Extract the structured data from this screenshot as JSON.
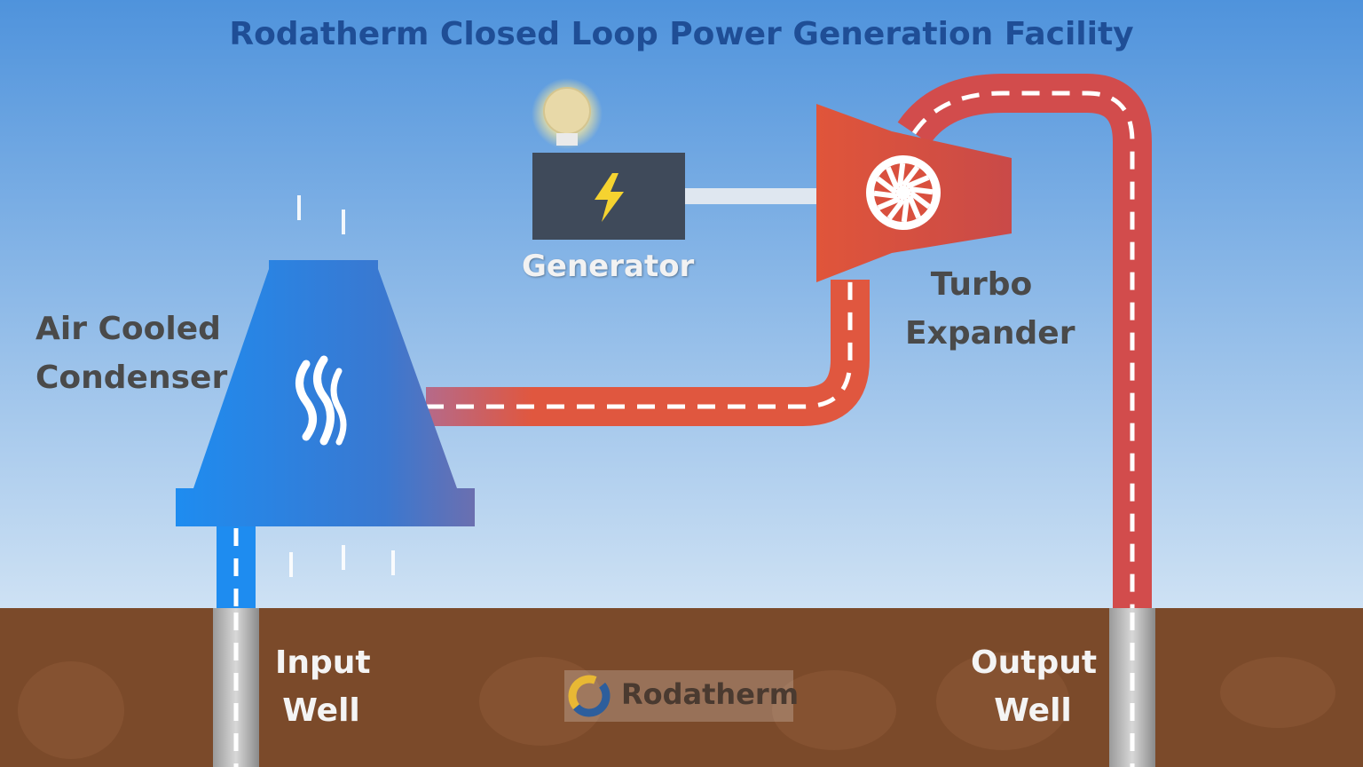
{
  "title": "Rodatherm Closed Loop Power Generation Facility",
  "labels": {
    "condenser": [
      "Air Cooled",
      "Condenser"
    ],
    "generator": "Generator",
    "turbo": [
      "Turbo",
      "Expander"
    ],
    "input_well": [
      "Input",
      "Well"
    ],
    "output_well": [
      "Output",
      "Well"
    ]
  },
  "logo": {
    "text": "Rodatherm",
    "icon": "rodatherm-ring-logo"
  },
  "icons": {
    "generator": "lightning-bolt-icon",
    "bulb": "light-bulb-icon",
    "turbo": "turbine-wheel-icon",
    "condenser": "heat-waves-icon"
  },
  "colors": {
    "title": "#1f4e96",
    "label": "#4a4a4a",
    "generator_label": "#f2f2f2",
    "white_label": "#f4f4f4",
    "sky_top": "#4f93dc",
    "sky_bottom": "#cfe2f4",
    "ground": "#7b4a2a",
    "hot_pipe": "#ff4a2a",
    "warm_pipe": "#e05040",
    "cold_pipe": "#1e8cf0",
    "condenser": "#1e8cf0",
    "turbo": "#e05a40",
    "generator_box": "#3f4a5a",
    "bolt": "#f5d330"
  }
}
